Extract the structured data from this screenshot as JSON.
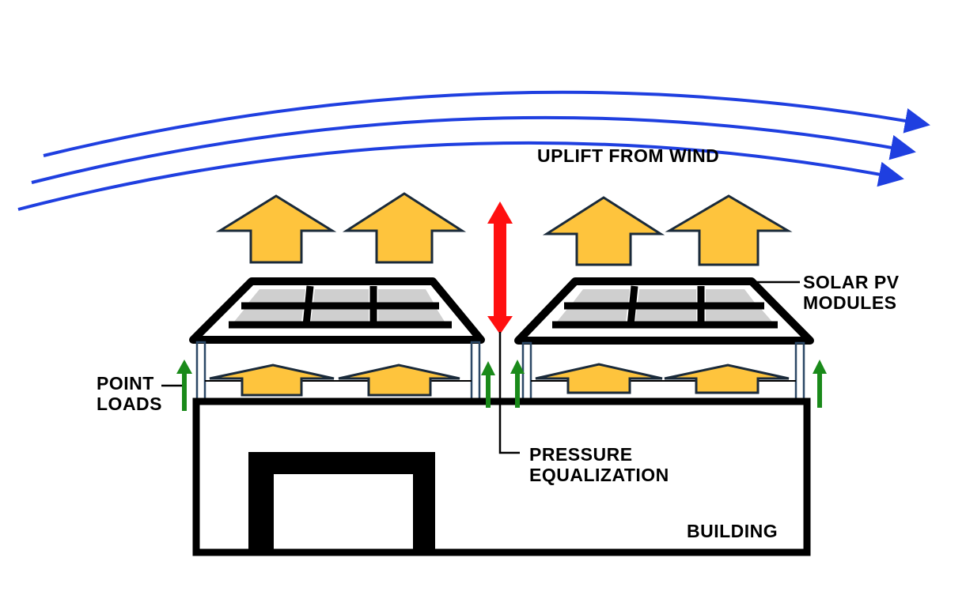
{
  "labels": {
    "uplift": "UPLIFT FROM WIND",
    "solar_line1": "SOLAR PV",
    "solar_line2": "MODULES",
    "point_line1": "POINT",
    "point_line2": "LOADS",
    "pressure_line1": "PRESSURE",
    "pressure_line2": "EQUALIZATION",
    "building": "BUILDING"
  },
  "colors": {
    "wind": "#1f3fe0",
    "uplift_arrow_fill": "#fec43d",
    "uplift_arrow_stroke": "#1a2a3a",
    "pressure_arrow": "#ff1010",
    "point_load_arrow": "#1a8a1a",
    "panel_cell": "#cfcfcf",
    "outline": "#000000",
    "leg": "#2c4866"
  }
}
